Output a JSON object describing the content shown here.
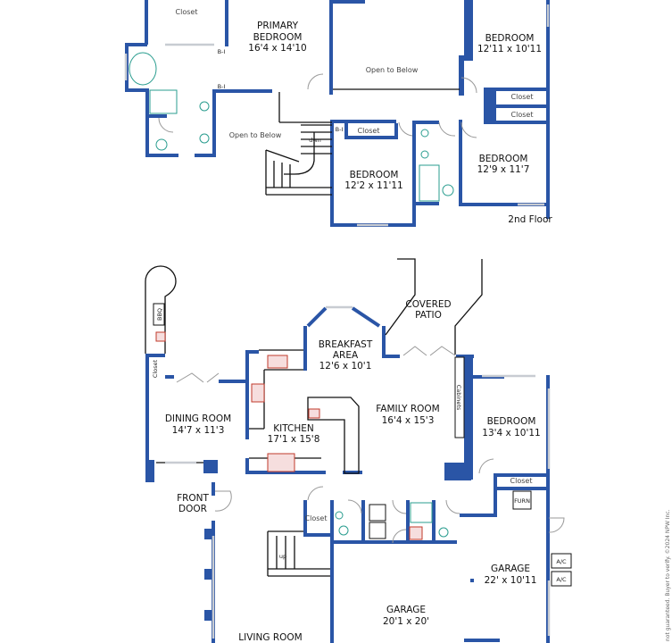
{
  "colors": {
    "wall": "#2a55a6",
    "fixture": "#2a9d8f",
    "appliance": "#c0392b"
  },
  "second_floor": {
    "label": "2nd Floor",
    "rooms": {
      "closet_primary": "Closet",
      "primary_bedroom_name": "PRIMARY",
      "primary_bedroom_name2": "BEDROOM",
      "primary_bedroom_size": "16'4 x 14'10",
      "open_below_1": "Open to Below",
      "open_below_2": "Open to Below",
      "bedroom_ne_name": "BEDROOM",
      "bedroom_ne_size": "12'11 x 10'11",
      "closet_ne_1": "Closet",
      "closet_ne_2": "Closet",
      "bedroom_se_name": "BEDROOM",
      "bedroom_se_size": "12'9 x 11'7",
      "bedroom_center_name": "BEDROOM",
      "bedroom_center_size": "12'2 x 11'11",
      "closet_center": "Closet",
      "stairs_label": "dwn",
      "bi_1": "B-I",
      "bi_2": "B-I",
      "bi_3": "B-I"
    }
  },
  "first_floor": {
    "rooms": {
      "bbq": "BBQ",
      "closet_dining": "Closet",
      "dining_name": "DINING ROOM",
      "dining_size": "14'7 x 11'3",
      "kitchen_name": "KITCHEN",
      "kitchen_size": "17'1 x 15'8",
      "breakfast_name": "BREAKFAST",
      "breakfast_name2": "AREA",
      "breakfast_size": "12'6 x 10'1",
      "patio_name": "COVERED",
      "patio_name2": "PATIO",
      "family_name": "FAMILY ROOM",
      "family_size": "16'4 x 15'3",
      "cabinets": "Cabinets",
      "bedroom_name": "BEDROOM",
      "bedroom_size": "13'4 x 10'11",
      "closet_bedroom": "Closet",
      "furn": "FURN",
      "front_door": "FRONT",
      "front_door2": "DOOR",
      "closet_entry": "Closet",
      "stairs_label": "up",
      "garage1_name": "GARAGE",
      "garage1_size": "22' x 10'11",
      "ac1": "A/C",
      "ac2": "A/C",
      "garage2_name": "GARAGE",
      "garage2_size": "20'1 x 20'",
      "living_name": "LIVING ROOM"
    }
  },
  "disclaimer": "not guaranteed. Buyer to verify. ©2024 NPW Inc."
}
